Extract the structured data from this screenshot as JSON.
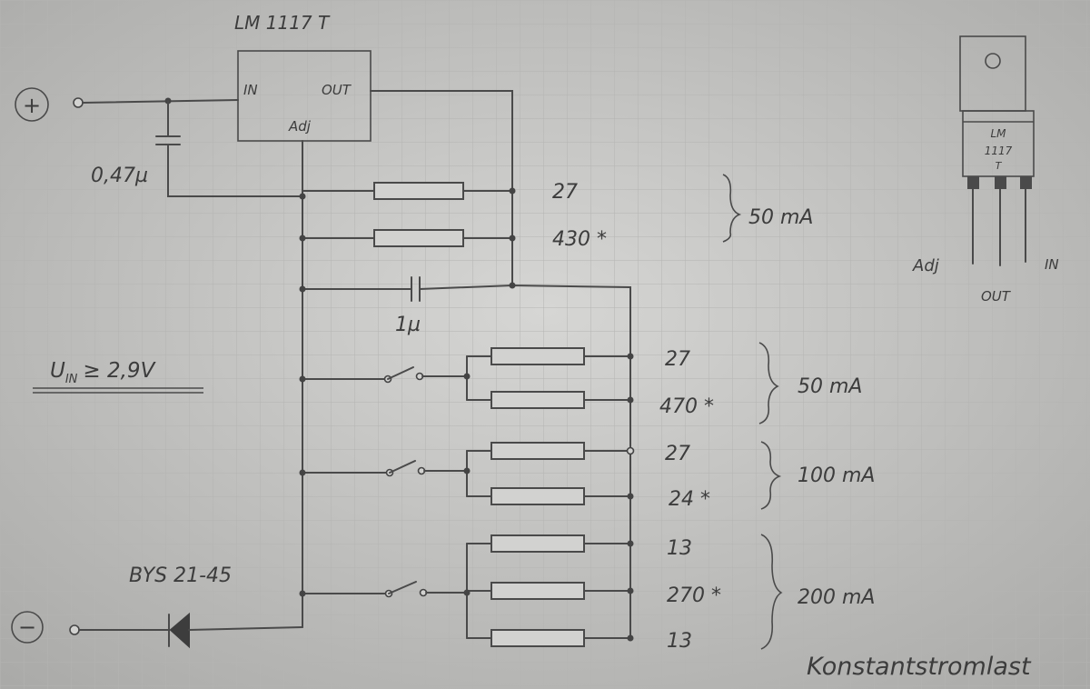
{
  "regulator": {
    "part": "LM 1117 T",
    "pin_in": "IN",
    "pin_out": "OUT",
    "pin_adj": "Adj"
  },
  "terminals": {
    "plus": "+",
    "minus": "−"
  },
  "input_cap": "0,47µ",
  "adj_cap": "1µ",
  "input_voltage": "U",
  "input_voltage_sub": "IN",
  "input_voltage_rest": "≥ 2,9V",
  "diode": "BYS 21-45",
  "groups": [
    {
      "resistors": [
        "27",
        "430 *"
      ],
      "current": "50 mA"
    },
    {
      "resistors": [
        "27",
        "470 *"
      ],
      "current": "50 mA"
    },
    {
      "resistors": [
        "27",
        "24 *"
      ],
      "current": "100 mA"
    },
    {
      "resistors": [
        "13",
        "270 *",
        "13"
      ],
      "current": "200 mA"
    }
  ],
  "package": {
    "line1": "LM",
    "line2": "1117",
    "line3": "T",
    "pin_left": "Adj",
    "pin_mid": "OUT",
    "pin_right": "IN"
  },
  "caption": "Konstantstromlast"
}
